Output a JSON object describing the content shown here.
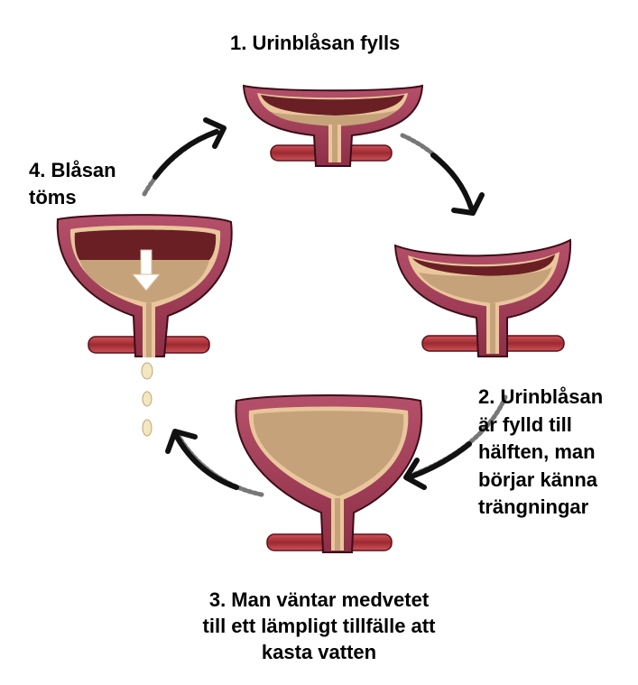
{
  "colors": {
    "wall": "#a63f57",
    "wall_dark": "#6b1c30",
    "wall_outline": "#3c0d18",
    "lining": "#e9c69c",
    "cavity": "#6a1f24",
    "urine": "#c5a27a",
    "urethra_band": "#b8333a",
    "arrow": "#111111",
    "drop": "#f3e7bf"
  },
  "steps": [
    {
      "lines": [
        "1. Urinblåsan fylls"
      ]
    },
    {
      "lines": [
        "2. Urinblåsan",
        "är fylld till",
        "hälften, man",
        "börjar känna",
        "trängningar"
      ]
    },
    {
      "lines": [
        "3. Man väntar medvetet",
        "till ett lämpligt tillfälle att",
        "kasta vatten"
      ]
    },
    {
      "lines": [
        "4. Blåsan",
        "töms"
      ]
    }
  ],
  "fill_levels": [
    0.15,
    0.5,
    1.0,
    0.5
  ]
}
